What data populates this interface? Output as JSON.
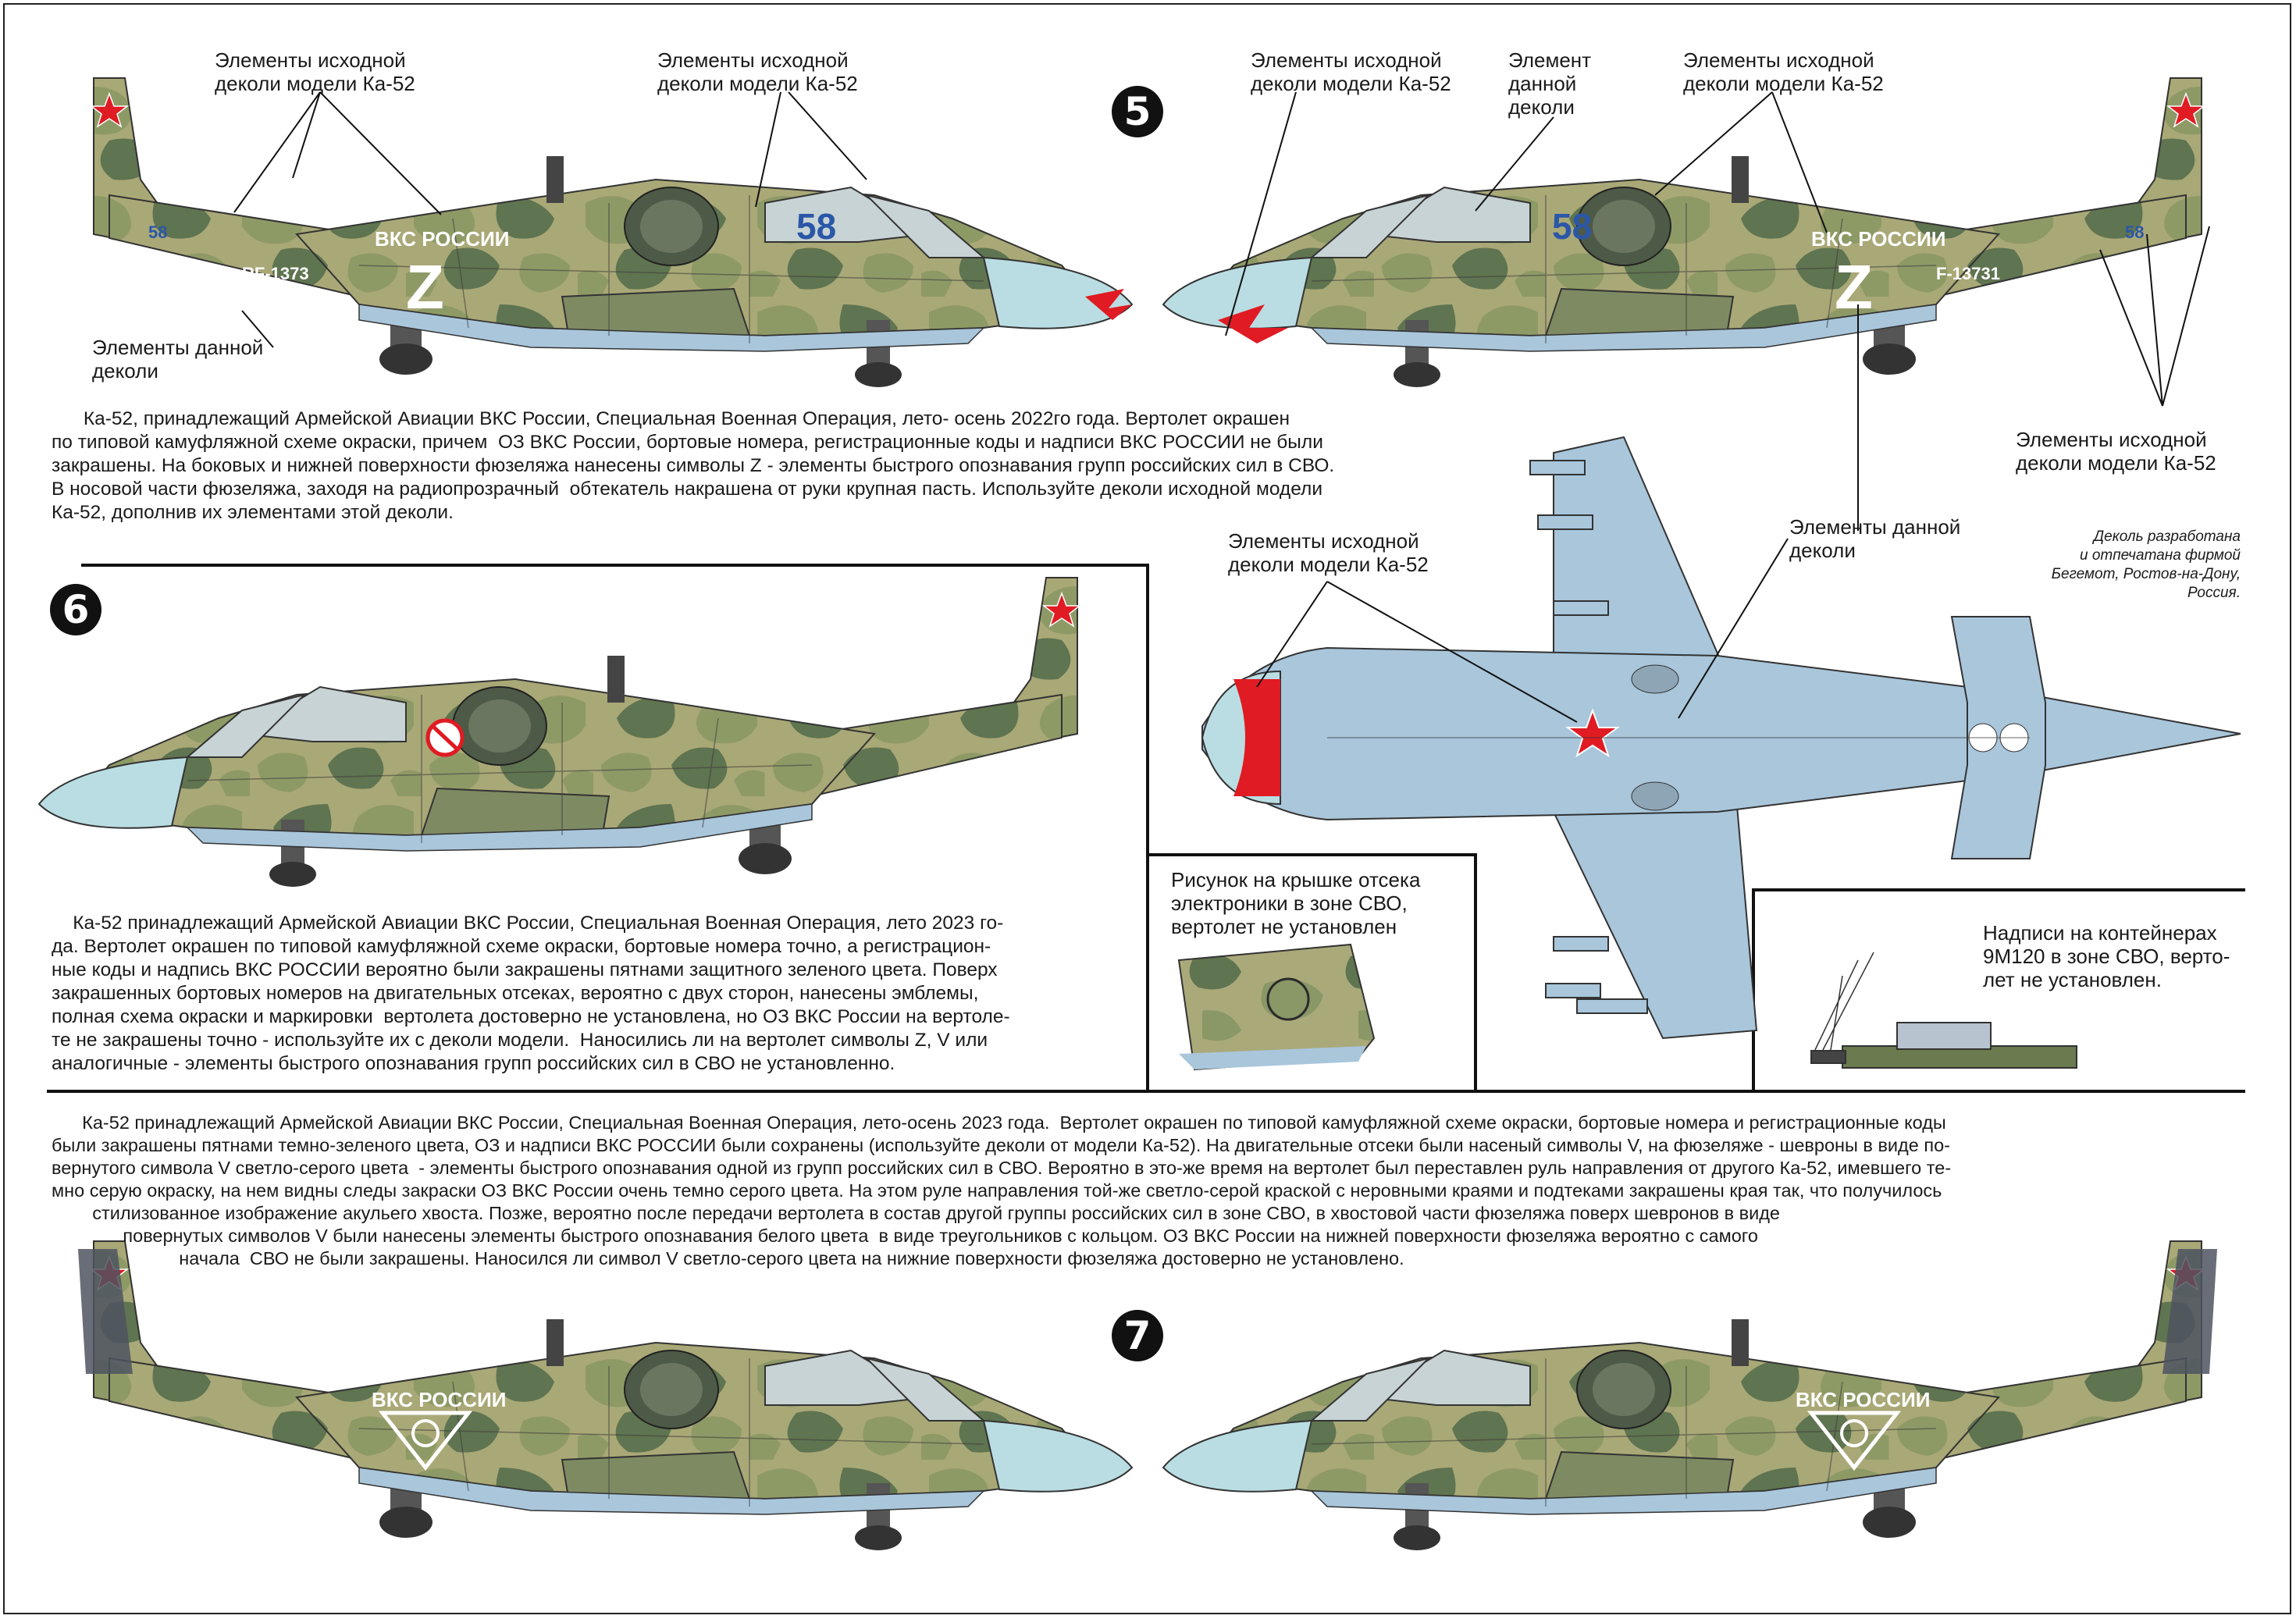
{
  "profile5": {
    "number": "5",
    "callout_left_top_a": "Элементы исходной\nдеколи модели Ка-52",
    "callout_left_top_b": "Элементы исходной\nдеколи модели Ка-52",
    "callout_left_bottom": "Элементы данной\nдеколи",
    "callout_right_top_a": "Элементы исходной\nдеколи модели Ка-52",
    "callout_right_top_b": "Элемент\nданной\nдеколи",
    "callout_right_top_c": "Элементы исходной\nдеколи модели Ка-52",
    "callout_right_side": "Элементы исходной\nдеколи модели Ка-52",
    "callout_right_mid": "Элементы данной\nдеколи",
    "markings": {
      "vks": "ВКС РОССИИ",
      "board": "58",
      "reg_left": "RF-1373",
      "reg_right": "F-13731",
      "z": "Z"
    },
    "description": "      Ка-52, принадлежащий Армейской Авиации ВКС России, Специальная Военная Операция, лето- осень 2022го года. Вертолет окрашен\nпо типовой камуфляжной схеме окраски, причем  ОЗ ВКС России, бортовые номера, регистрационные коды и надписи ВКС РОССИИ не были\nзакрашены. На боковых и нижней поверхности фюзеляжа нанесены символы Z - элементы быстрого опознавания групп российских сил в СВО.\nВ носовой части фюзеляжа, заходя на радиопрозрачный  обтекатель накрашена от руки крупная пасть. Используйте деколи исходной модели\nКа-52, дополнив их элементами этой деколи."
  },
  "planview": {
    "callout": "Элементы исходной\nдеколи модели Ка-52",
    "credit": "Деколь разработана\nи отпечатана фирмой\nБегемот, Ростов-на-Дону,\nРоссия."
  },
  "profile6": {
    "number": "6",
    "description": "    Ка-52 принадлежащий Армейской Авиации ВКС России, Специальная Военная Операция, лето 2023 го-\nда. Вертолет окрашен по типовой камуфляжной схеме окраски, бортовые номера точно, а регистрацион-\nные коды и надпись ВКС РОССИИ вероятно были закрашены пятнами защитного зеленого цвета. Поверх\nзакрашенных бортовых номеров на двигательных отсеках, вероятно с двух сторон, нанесены эмблемы,\nполная схема окраски и маркировки  вертолета достоверно не установлена, но ОЗ ВКС России на вертоле-\nте не закрашены точно - используйте их с деколи модели.  Наносились ли на вертолет символы Z, V или\nаналогичные - элементы быстрого опознавания групп российских сил в СВО не установленно."
  },
  "inset_cover": {
    "caption": "Рисунок на крышке отсека\nэлектроники в зоне СВО,\nвертолет не установлен"
  },
  "inset_container": {
    "caption": "Надписи на контейнерах\n9М120 в зоне СВО, верто-\nлет не установлен."
  },
  "profile7": {
    "number": "7",
    "markings": {
      "vks": "ВКС РОССИИ"
    },
    "description": "      Ка-52 принадлежащий Армейской Авиации ВКС России, Специальная Военная Операция, лето-осень 2023 года.  Вертолет окрашен по типовой камуфляжной схеме окраски, бортовые номера и регистрационные коды\nбыли закрашены пятнами темно-зеленого цвета, ОЗ и надписи ВКС РОССИИ были сохранены (используйте деколи от модели Ка-52). На двигательные отсеки были насеный символы V, на фюзеляже - шевроны в виде по-\nвернутого символа V светло-серого цвета  - элементы быстрого опознавания одной из групп российских сил в СВО. Вероятно в это-же время на вертолет был переставлен руль направления от другого Ка-52, имевшего те-\nмно серую окраску, на нем видны следы закраски ОЗ ВКС России очень темно серого цвета. На этом руле направления той-же светло-серой краской с неровными краями и подтеками закрашены края так, что получилось\n        стилизованное изображение акульего хвоста. Позже, вероятно после передачи вертолета в состав другой группы российских сил в зоне СВО, в хвостовой части фюзеляжа поверх шевронов в виде\n              повернутых символов V были нанесены элементы быстрого опознавания белого цвета  в виде треугольников с кольцом. ОЗ ВКС России на нижней поверхности фюзеляжа вероятно с самого\n                         начала  СВО не были закрашены. Наносился ли символ V светло-серого цвета на нижние поверхности фюзеляжа достоверно не установлено."
  },
  "colors": {
    "camo_light": "#a9a877",
    "camo_mid": "#8e9a66",
    "camo_dark": "#5f7450",
    "nose": "#b9dde2",
    "underside": "#a9c6db",
    "red": "#e01b23",
    "blue": "#2b57a8"
  }
}
